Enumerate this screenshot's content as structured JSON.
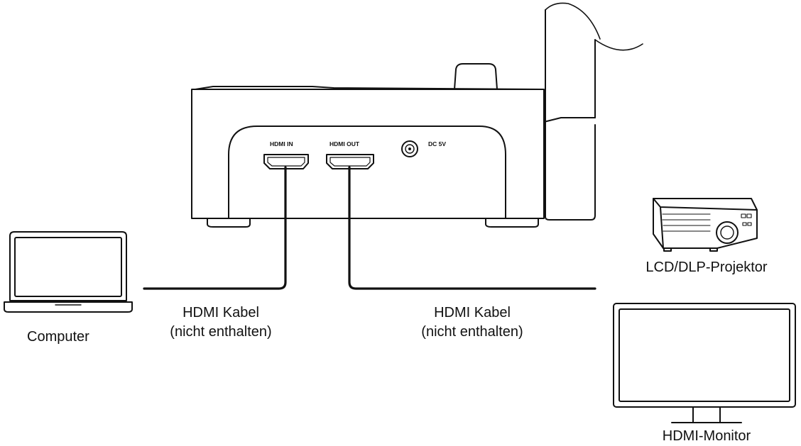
{
  "device": {
    "ports": {
      "hdmi_in": "HDMI IN",
      "hdmi_out": "HDMI OUT",
      "dc": "DC 5V"
    }
  },
  "labels": {
    "computer": "Computer",
    "cable_left_line1": "HDMI Kabel",
    "cable_left_line2": "(nicht enthalten)",
    "cable_right_line1": "HDMI Kabel",
    "cable_right_line2": "(nicht enthalten)",
    "projector": "LCD/DLP-Projektor",
    "monitor": "HDMI-Monitor"
  },
  "colors": {
    "line": "#111111",
    "background": "#ffffff",
    "device_fill": "#ffffff"
  },
  "icons": {
    "laptop": "laptop-icon",
    "projector": "projector-icon",
    "monitor": "monitor-icon",
    "document_camera": "document-camera-icon"
  }
}
